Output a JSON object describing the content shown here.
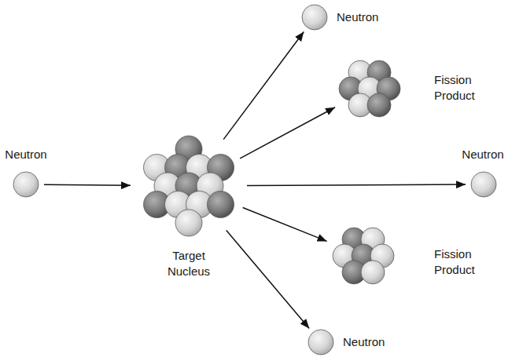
{
  "diagram": {
    "nodes": [
      {
        "text": [
          "Neutron"
        ]
      },
      {
        "text": [
          "Target Nucleus"
        ]
      },
      {
        "text": [
          "Neutron"
        ]
      },
      {
        "text": [
          "Fission Product"
        ]
      },
      {
        "text": [
          "Neutron"
        ]
      },
      {
        "text": [
          "Fission Product"
        ]
      },
      {
        "text": [
          "Neutron"
        ]
      }
    ],
    "edges": [
      {
        "from": 0,
        "to": 1,
        "arrow": "to"
      },
      {
        "from": 1,
        "to": 2,
        "arrow": "to"
      },
      {
        "from": 1,
        "to": 3,
        "arrow": "to"
      },
      {
        "from": 1,
        "to": 4,
        "arrow": "to"
      },
      {
        "from": 1,
        "to": 5,
        "arrow": "to"
      },
      {
        "from": 1,
        "to": 6,
        "arrow": "to"
      }
    ]
  }
}
